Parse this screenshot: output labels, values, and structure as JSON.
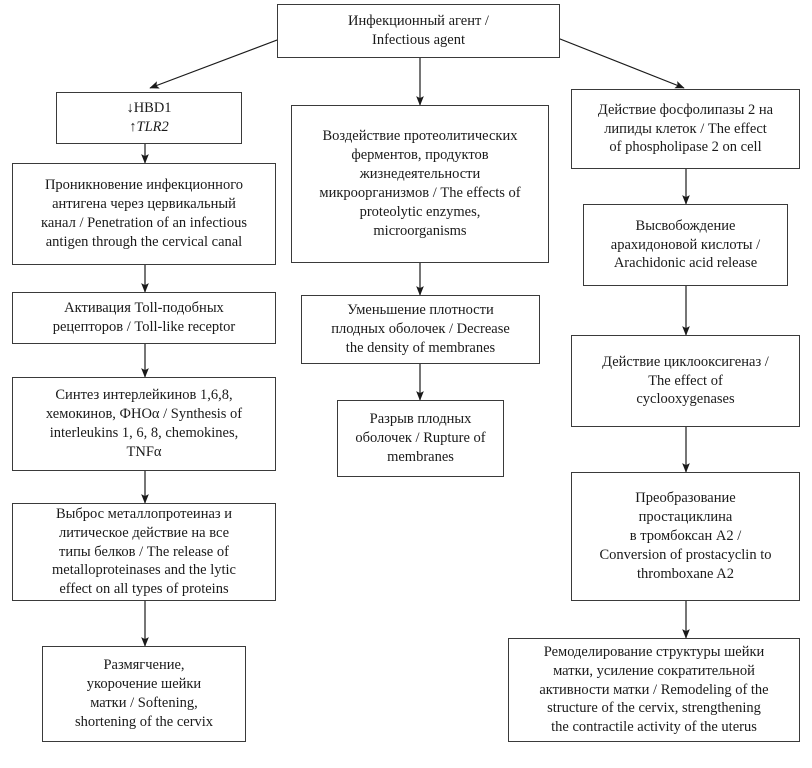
{
  "diagram": {
    "title_node": {
      "id": "infectious-agent",
      "text": "Инфекционный агент /\nInfectious agent"
    },
    "columns": {
      "left": {
        "name": "left-branch",
        "nodes": [
          {
            "id": "hbd1-tlr2",
            "line1": "↓HBD1",
            "line2": "↑TLR2",
            "line2_style": "italic"
          },
          {
            "id": "penetration-antigen",
            "text": "Проникновение инфекционного\nантигена через цервикальный\nканал / Penetration of an infectious\nantigen through the cervical canal"
          },
          {
            "id": "toll-like-receptor",
            "text": "Активация Toll-подобных\nрецепторов / Toll-like receptor"
          },
          {
            "id": "interleukin-synthesis",
            "text": "Синтез интерлейкинов 1,6,8,\nхемокинов, ФНОα / Synthesis of\ninterleukins 1, 6, 8, chemokines,\nTNFα"
          },
          {
            "id": "metalloproteinase-release",
            "text": "Выброс металлопротеиназ и\nлитическое действие на все\nтипы белков / The release of\nmetalloproteinases and the lytic\neffect on all types of proteins"
          },
          {
            "id": "cervix-softening",
            "text": "Размягчение,\nукорочение шейки\nматки / Softening,\nshortening of the cervix"
          }
        ]
      },
      "middle": {
        "name": "middle-branch",
        "nodes": [
          {
            "id": "proteolytic-enzymes",
            "text": "Воздействие протеолитических\nферментов, продуктов\nжизнедеятельности\nмикроорганизмов / The effects of\nproteolytic enzymes,\nmicroorganisms"
          },
          {
            "id": "membrane-density-decrease",
            "text": "Уменьшение плотности\nплодных оболочек / Decrease\nthe density of membranes"
          },
          {
            "id": "membrane-rupture",
            "text": "Разрыв плодных\nоболочек / Rupture of\nmembranes"
          }
        ]
      },
      "right": {
        "name": "right-branch",
        "nodes": [
          {
            "id": "phospholipase-2",
            "text": "Действие фосфолипазы 2 на\nлипиды клеток / The effect\nof phospholipase 2 on cell"
          },
          {
            "id": "arachidonic-acid-release",
            "text": "Высвобождение\nарахидоновой кислоты /\nArachidonic acid release"
          },
          {
            "id": "cyclooxygenases",
            "text": "Действие циклооксигеназ /\nThe effect of\ncyclooxygenases"
          },
          {
            "id": "prostacyclin-conversion",
            "text": "Преобразование\nпростациклина\nв тромбоксан А2 /\nConversion of prostacyclin to\nthromboxane A2"
          },
          {
            "id": "cervix-remodeling",
            "text": "Ремоделирование структуры шейки\nматки, усиление сократительной\nактивности матки / Remodeling of the\nstructure of the cervix, strengthening\nthe contractile activity of the uterus"
          }
        ]
      }
    },
    "style": {
      "border_color": "#3a3a3a",
      "text_color": "#1a1a1a",
      "background": "#ffffff",
      "arrow_color": "#1a1a1a"
    }
  }
}
